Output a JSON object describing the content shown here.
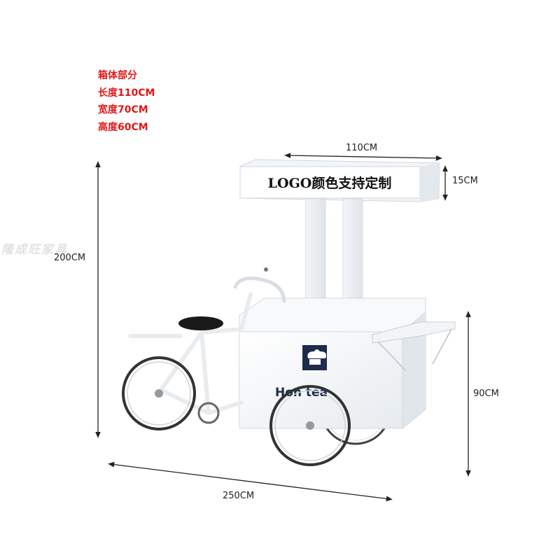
{
  "specs": {
    "title": "箱体部分",
    "length": "长度110CM",
    "width": "宽度70CM",
    "height": "高度60CM"
  },
  "dimensions": {
    "sign_width": "110CM",
    "sign_height": "15CM",
    "total_height": "200CM",
    "cart_height": "90CM",
    "total_length": "250CM"
  },
  "sign": {
    "text": "LOGO颜色支持定制"
  },
  "brand": {
    "text": "Hon    tea"
  },
  "watermark": "隆成旺家具",
  "colors": {
    "spec_text": "#e01818",
    "cart_body": "#ffffff",
    "logo_badge": "#1c2c4a",
    "seat": "#1a1a1a"
  }
}
